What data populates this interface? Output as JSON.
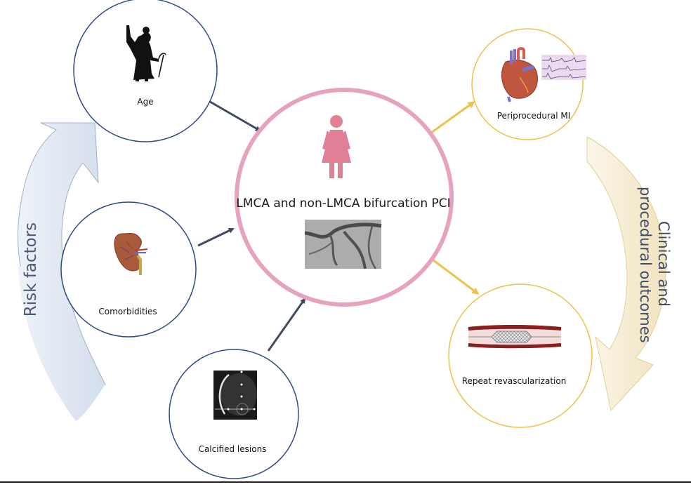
{
  "title": "LMCA and non-LMCA bifurcation PCI",
  "center": {
    "label": "LMCA and non-LMCA bifurcation PCI",
    "icon": "woman-icon",
    "image": "angiography-image",
    "ring_color": "#e6a3bf"
  },
  "risk_factors": {
    "arrow_label": "Risk factors",
    "arrow_color": "#dfe6f1",
    "circle_color": "#2f4a86",
    "connector_color": "#3f4a63",
    "items": [
      {
        "label": "Age",
        "icon": "elderly-woman-with-cane-icon"
      },
      {
        "label": "Comorbidities",
        "icon": "kidney-icon"
      },
      {
        "label": "Calcified lesions",
        "icon": "ivus-calcium-image"
      }
    ]
  },
  "outcomes": {
    "arrow_label_line1": "Clinical and",
    "arrow_label_line2": "procedural outcomes",
    "arrow_color": "#f6ecd4",
    "circle_color": "#f0c04a",
    "connector_color": "#f0c04a",
    "items": [
      {
        "label": "Periprocedural MI",
        "icon": "heart-ecg-icon"
      },
      {
        "label": "Repeat revascularization",
        "icon": "stent-in-artery-icon"
      }
    ]
  }
}
